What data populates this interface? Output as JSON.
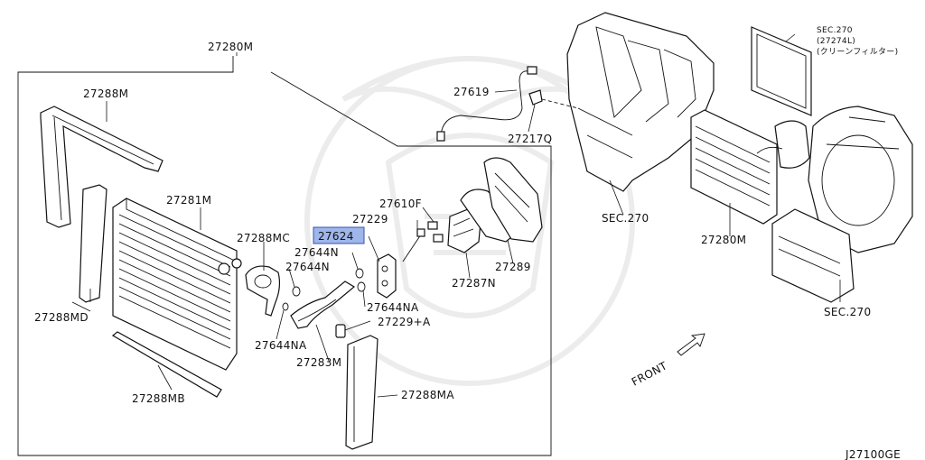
{
  "diagram_code": "J27100GE",
  "front_label": "FRONT",
  "highlight": {
    "part": "27624",
    "color": "#9fb6ea"
  },
  "labels": {
    "p27280M_top": "27280M",
    "p27288M": "27288M",
    "p27281M": "27281M",
    "p27288MC": "27288MC",
    "p27288MD": "27288MD",
    "p27288MB": "27288MB",
    "p27644N_1": "27644N",
    "p27644N_2": "27644N",
    "p27644NA_1": "27644NA",
    "p27644NA_2": "27644NA",
    "p27283M": "27283M",
    "p27229A": "27229+A",
    "p27288MA": "27288MA",
    "p27624": "27624",
    "p27229": "27229",
    "p27610F": "27610F",
    "p27287N": "27287N",
    "p27289": "27289",
    "p27619": "27619",
    "p27217Q": "27217Q",
    "sec270_a": "SEC.270",
    "p27280M_right": "27280M",
    "sec270_c": "SEC.270",
    "sec270_top": "SEC.270",
    "p27274L": "(27274L)",
    "filter_note": "(クリーンフィルター)"
  }
}
